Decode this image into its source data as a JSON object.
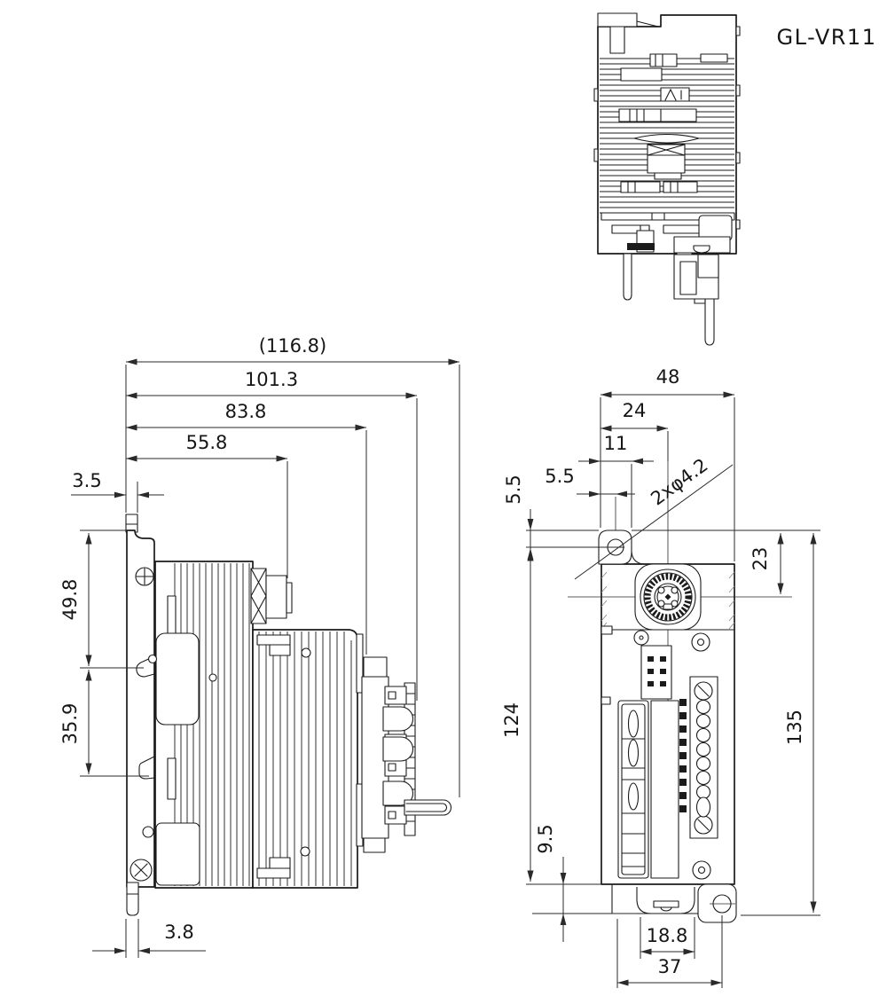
{
  "model_label": "GL-VR11",
  "colors": {
    "ink": "#1b1b1b",
    "background": "#ffffff"
  },
  "side_view": {
    "dims": {
      "overall_depth": "(116.8)",
      "depth_to_loops": "101.3",
      "depth_to_body": "83.8",
      "depth_to_connector": "55.8",
      "tab_thickness": "3.5",
      "upper_height": "49.8",
      "rail_height": "35.9",
      "foot_width": "3.8"
    }
  },
  "front_view": {
    "dims": {
      "overall_width": "48",
      "connector_offset_x": "24",
      "ear_width": "11",
      "hole_offset_x": "5.5",
      "hole_offset_y": "5.5",
      "hole_callout": "2xφ4.2",
      "connector_offset_y": "23",
      "body_height": "124",
      "overall_height": "135",
      "latch_height": "9.5",
      "latch_width": "18.8",
      "mount_width": "37"
    }
  }
}
